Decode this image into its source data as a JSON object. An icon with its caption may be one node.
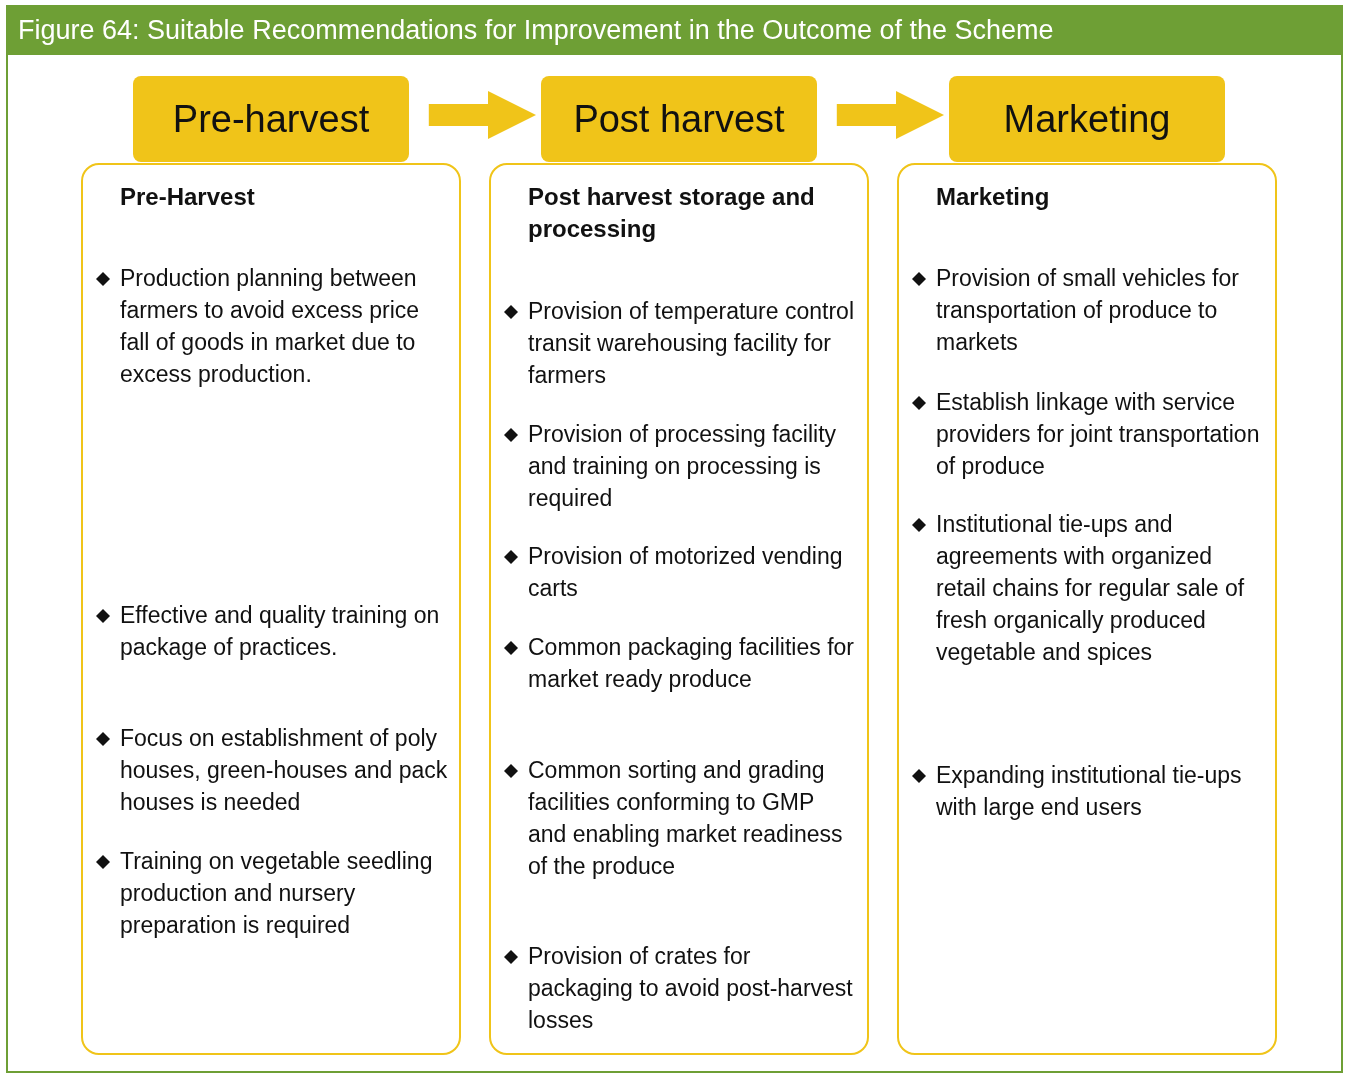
{
  "diagram": {
    "title": "Figure 64:  Suitable Recommendations for Improvement in the Outcome of the Scheme",
    "nodes": [
      {
        "text": [
          "Pre-harvest"
        ]
      },
      {
        "text": [
          "Post harvest"
        ]
      },
      {
        "text": [
          "Marketing"
        ]
      },
      {
        "text": [
          "Pre-Harvest",
          "Production planning between farmers to avoid excess price fall of goods in market due to excess production.",
          "Effective and quality training on package of practices.",
          "Focus on establishment of poly houses, green-houses and pack houses is needed",
          "Training on vegetable seedling production and nursery preparation is required"
        ]
      },
      {
        "text": [
          "Post harvest storage and processing",
          "Provision of temperature control transit warehousing facility for farmers",
          "Provision of processing facility  and training on processing is required",
          "Provision of motorized vending carts",
          "Common packaging facilities for market ready produce",
          "Common sorting and grading facilities conforming to GMP and enabling market readiness of the produce",
          "Provision of crates for packaging to avoid post-harvest losses"
        ]
      },
      {
        "text": [
          "Marketing",
          "Provision of small vehicles for transportation of produce to markets",
          "Establish linkage with service providers for joint transportation of produce",
          "Institutional tie-ups and agreements with organized retail chains for regular sale of fresh organically produced vegetable and spices",
          "Expanding institutional tie-ups with large end users"
        ]
      }
    ],
    "edges": [
      {
        "from": 0,
        "to": 1,
        "arrow": "to"
      },
      {
        "from": 1,
        "to": 2,
        "arrow": "to"
      }
    ]
  }
}
